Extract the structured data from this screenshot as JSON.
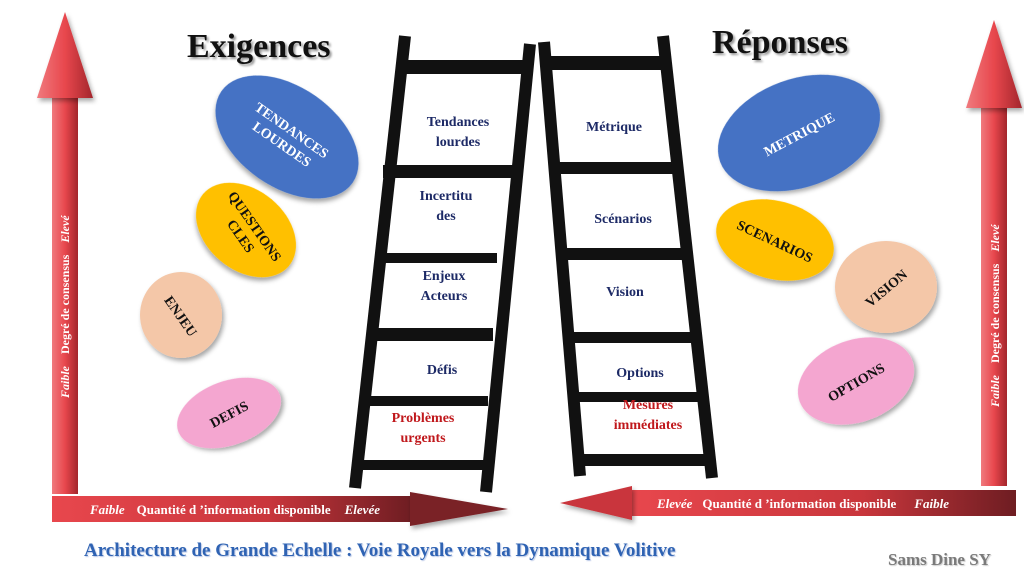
{
  "headings": {
    "left": "Exigences",
    "right": "Réponses"
  },
  "left_ladder": {
    "rungs": [
      "Tendances\nlourdes",
      "Incertitu\ndes",
      "Enjeux\nActeurs",
      "Défis",
      "Problèmes\nurgents"
    ],
    "urgent_color": "#c0181c",
    "text_color": "#1d2a66"
  },
  "right_ladder": {
    "rungs": [
      "Métrique",
      "Scénarios",
      "Vision",
      "Options",
      "Mesures\nimmédiates"
    ],
    "urgent_color": "#c0181c",
    "text_color": "#1d2a66"
  },
  "left_ovals": [
    {
      "label": "TENDANCES\nLOURDES",
      "color": "#4472c4",
      "text_color": "#ffffff"
    },
    {
      "label": "QUESTIONS\nCLES",
      "color": "#ffc000",
      "text_color": "#111111"
    },
    {
      "label": "ENJEU",
      "color": "#f4c7a8",
      "text_color": "#111111"
    },
    {
      "label": "DEFIS",
      "color": "#f4a6d0",
      "text_color": "#111111"
    }
  ],
  "right_ovals": [
    {
      "label": "METRIQUE",
      "color": "#4472c4",
      "text_color": "#ffffff"
    },
    {
      "label": "SCENARIOS",
      "color": "#ffc000",
      "text_color": "#111111"
    },
    {
      "label": "VISION",
      "color": "#f4c7a8",
      "text_color": "#111111"
    },
    {
      "label": "OPTIONS",
      "color": "#f4a6d0",
      "text_color": "#111111"
    }
  ],
  "left_vertical_axis": {
    "low": "Faible",
    "label": "Degré de consensus",
    "high": "Elevé"
  },
  "right_vertical_axis": {
    "low": "Faible",
    "label": "Degré de consensus",
    "high": "Elevé"
  },
  "left_horizontal_axis": {
    "start": "Faible",
    "label": "Quantité d ’information disponible",
    "end": "Elevée"
  },
  "right_horizontal_axis": {
    "start": "Elevée",
    "label": "Quantité d ’information disponible",
    "end": "Faible"
  },
  "footer": {
    "title": "Architecture de Grande Echelle : Voie Royale vers la Dynamique Volitive",
    "author": "Sams Dine SY"
  },
  "colors": {
    "arrow_red": "#e8474d",
    "arrow_dark": "#7a2228",
    "ladder": "#111111"
  }
}
